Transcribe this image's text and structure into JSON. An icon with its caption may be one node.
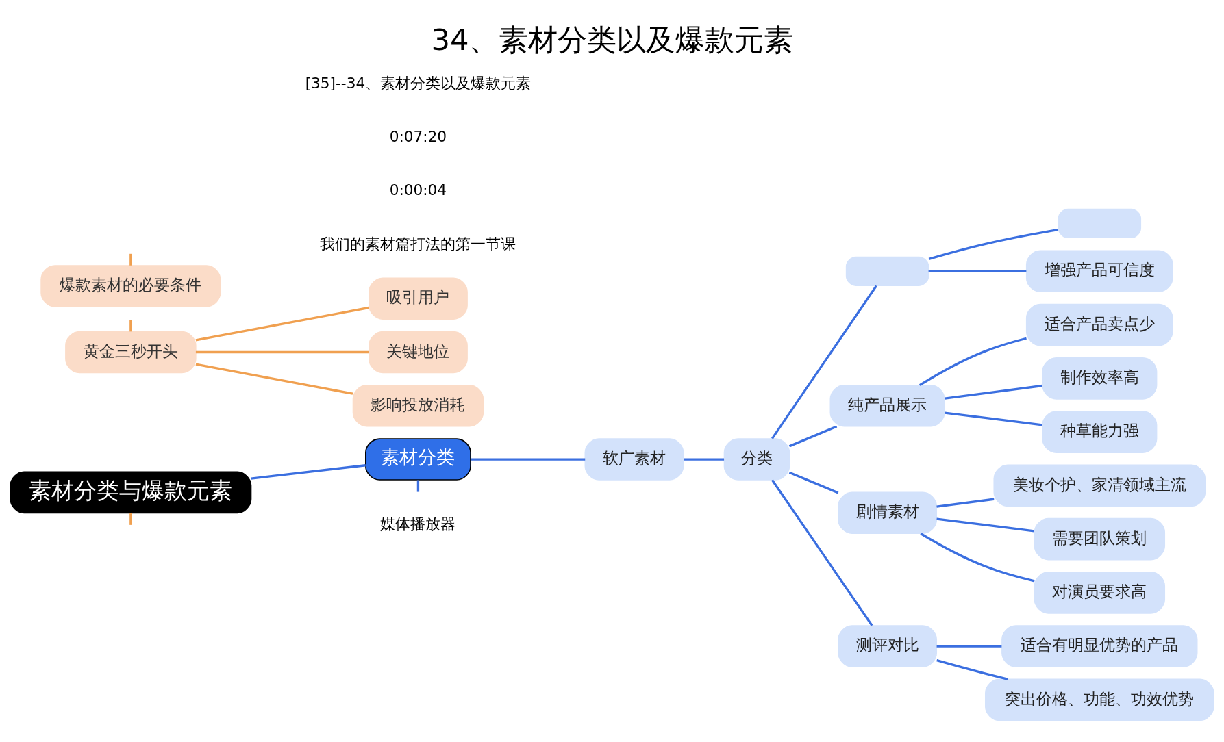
{
  "diagram": {
    "title": "34、素材分类以及爆款元素",
    "nodes": [
      {
        "text": [
          "素材分类与爆款元素"
        ]
      },
      {
        "text": [
          "素材分类"
        ]
      },
      {
        "text": [
          "软广素材"
        ]
      },
      {
        "text": [
          "分类"
        ]
      },
      {
        "text": [],
        "shape": "box"
      },
      {
        "text": [],
        "shape": "box"
      },
      {
        "text": [
          "增强产品可信度"
        ]
      },
      {
        "text": [
          "纯产品展示"
        ]
      },
      {
        "text": [
          "适合产品卖点少"
        ]
      },
      {
        "text": [
          "制作效率高"
        ]
      },
      {
        "text": [
          "种草能力强"
        ]
      },
      {
        "text": [
          "剧情素材"
        ]
      },
      {
        "text": [
          "美妆个护、家清领域主流"
        ]
      },
      {
        "text": [
          "需要团队策划"
        ]
      },
      {
        "text": [
          "对演员要求高"
        ]
      },
      {
        "text": [
          "测评对比"
        ]
      },
      {
        "text": [
          "适合有明显优势的产品"
        ]
      },
      {
        "text": [
          "突出价格、功能、功效优势"
        ]
      },
      {
        "text": [
          "黄金三秒开头"
        ]
      },
      {
        "text": [
          "吸引用户"
        ]
      },
      {
        "text": [
          "关键地位"
        ]
      },
      {
        "text": [
          "影响投放消耗"
        ]
      },
      {
        "text": [
          "爆款素材的必要条件"
        ]
      }
    ],
    "edges": [
      {
        "from": 0,
        "to": 1,
        "arrow": "none"
      },
      {
        "from": 1,
        "to": null,
        "arrow": "none"
      },
      {
        "from": 1,
        "to": 2,
        "arrow": "none"
      },
      {
        "from": 2,
        "to": 3,
        "arrow": "none"
      },
      {
        "from": 3,
        "to": 4,
        "arrow": "none"
      },
      {
        "from": 4,
        "to": 5,
        "arrow": "none"
      },
      {
        "from": 4,
        "to": 6,
        "arrow": "none"
      },
      {
        "from": 3,
        "to": 7,
        "arrow": "none"
      },
      {
        "from": 7,
        "to": 8,
        "arrow": "none"
      },
      {
        "from": 7,
        "to": 9,
        "arrow": "none"
      },
      {
        "from": 7,
        "to": 10,
        "arrow": "none"
      },
      {
        "from": 3,
        "to": 11,
        "arrow": "none"
      },
      {
        "from": 11,
        "to": 12,
        "arrow": "none"
      },
      {
        "from": 11,
        "to": 13,
        "arrow": "none"
      },
      {
        "from": 11,
        "to": 14,
        "arrow": "none"
      },
      {
        "from": 3,
        "to": 15,
        "arrow": "none"
      },
      {
        "from": 15,
        "to": 16,
        "arrow": "none"
      },
      {
        "from": 15,
        "to": 17,
        "arrow": "none"
      },
      {
        "from": 0,
        "to": null,
        "arrow": "none",
        "color": "#f0a050"
      },
      {
        "from": null,
        "to": 18,
        "arrow": "none",
        "color": "#f0a050"
      },
      {
        "from": 18,
        "to": 19,
        "arrow": "none",
        "color": "#f0a050"
      },
      {
        "from": 18,
        "to": 20,
        "arrow": "none",
        "color": "#f0a050"
      },
      {
        "from": 18,
        "to": 21,
        "arrow": "none",
        "color": "#f0a050"
      },
      {
        "from": null,
        "to": 22,
        "arrow": "none",
        "color": "#f0a050"
      }
    ],
    "labels": [
      "媒体播放器",
      "我们的素材篇打法的第一节课",
      "0:00:04",
      "0:07:20",
      "[35]--34、素材分类以及爆款元素"
    ]
  }
}
